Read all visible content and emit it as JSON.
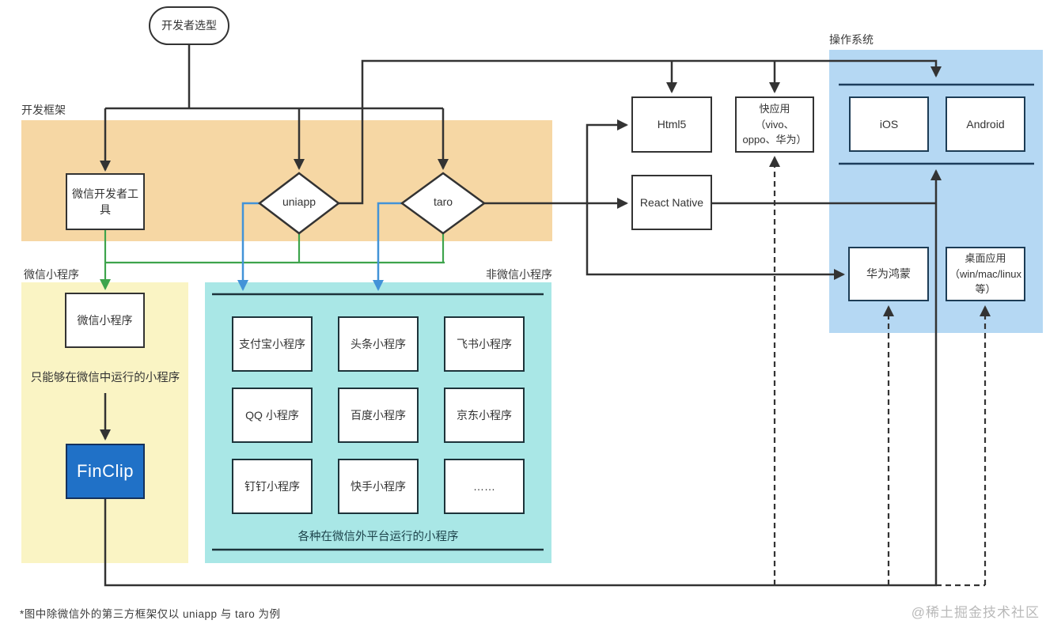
{
  "diagram": {
    "start_node": "开发者选型",
    "section_labels": {
      "dev_framework": "开发框架",
      "wechat_mini": "微信小程序",
      "non_wechat_mini": "非微信小程序",
      "os": "操作系统"
    },
    "nodes": {
      "wechat_devtools": "微信开发者工具",
      "uniapp": "uniapp",
      "taro": "taro",
      "wechat_miniprogram": "微信小程序",
      "finclip": "FinClip",
      "html5": "Html5",
      "react_native": "React Native",
      "quick_app": "快应用（vivo、oppo、华为）",
      "ios": "iOS",
      "android": "Android",
      "harmony": "华为鸿蒙",
      "desktop": "桌面应用（win/mac/linux 等）"
    },
    "mini_grid": [
      "支付宝小程序",
      "头条小程序",
      "飞书小程序",
      "QQ 小程序",
      "百度小程序",
      "京东小程序",
      "钉钉小程序",
      "快手小程序",
      "……"
    ],
    "captions": {
      "wechat_only": "只能够在微信中运行的小程序",
      "non_wechat": "各种在微信外平台运行的小程序"
    },
    "footnote": "*图中除微信外的第三方框架仅以 uniapp 与 taro 为例",
    "watermark": "@稀土掘金技术社区",
    "colors": {
      "framework_bg": "#F6D7A4",
      "wechat_bg": "#FAF4C4",
      "non_wechat_bg": "#A9E7E6",
      "os_bg": "#B5D8F3",
      "finclip_bg": "#2071C7",
      "line_dark": "#333333",
      "line_green": "#3EA44C",
      "line_blue": "#4293D8",
      "line_navy": "#1D3D5C"
    }
  }
}
